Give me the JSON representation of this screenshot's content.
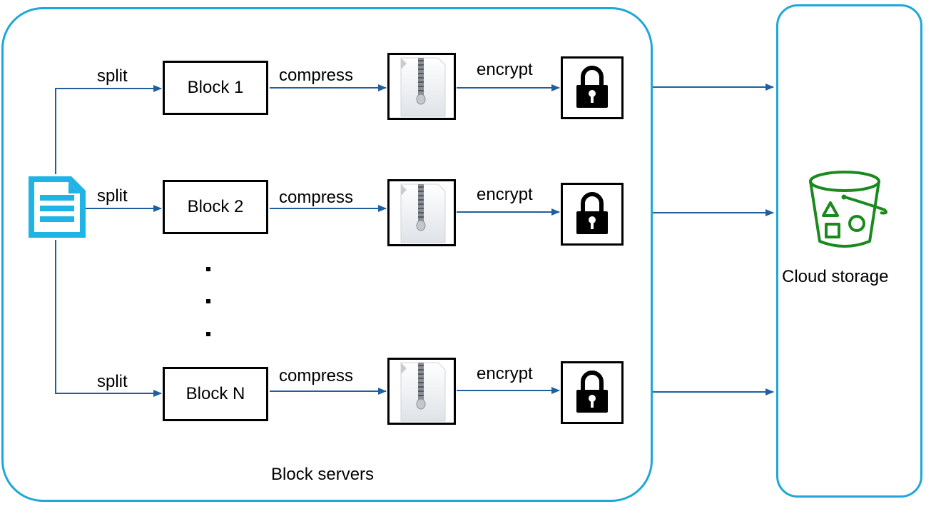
{
  "container": {
    "label": "Block servers"
  },
  "cloud": {
    "label": "Cloud storage",
    "accent": "#1a8a1f"
  },
  "colors": {
    "border": "#1ea7d8",
    "arrow": "#1f5f9e",
    "file_icon": "#1fb3e6"
  },
  "rows": [
    {
      "split": "split",
      "block": "Block 1",
      "compress": "compress",
      "encrypt": "encrypt"
    },
    {
      "split": "split",
      "block": "Block 2",
      "compress": "compress",
      "encrypt": "encrypt"
    },
    {
      "split": "split",
      "block": "Block N",
      "compress": "compress",
      "encrypt": "encrypt"
    }
  ]
}
